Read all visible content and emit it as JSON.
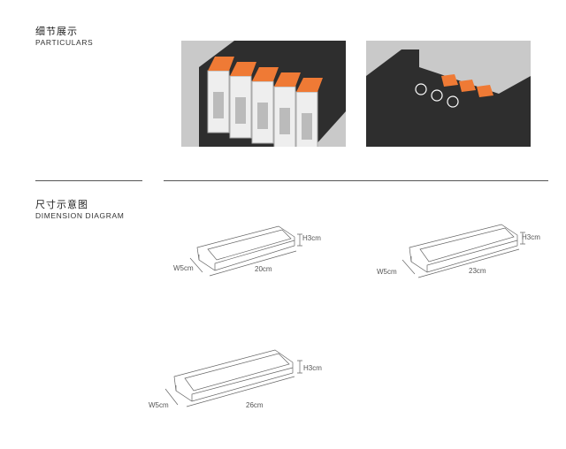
{
  "particulars": {
    "title_zh": "细节展示",
    "title_en": "PARTICULARS"
  },
  "dimension": {
    "title_zh": "尺寸示意图",
    "title_en": "DIMENSION DIAGRAM"
  },
  "diagrams": [
    {
      "height": "H3cm",
      "width": "W5cm",
      "length": "20cm"
    },
    {
      "height": "H3cm",
      "width": "W5cm",
      "length": "23cm"
    },
    {
      "height": "H3cm",
      "width": "W5cm",
      "length": "26cm"
    }
  ],
  "colors": {
    "accent": "#ef7a35",
    "housing": "#2e2e2e",
    "photo_bg": "#c9c9c9"
  }
}
